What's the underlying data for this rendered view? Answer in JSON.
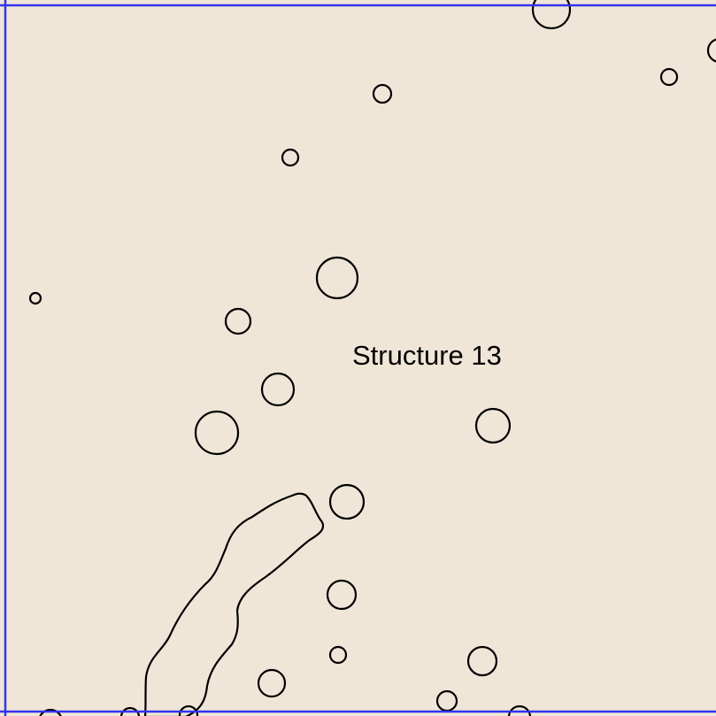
{
  "map": {
    "label": "Structure 13",
    "colors": {
      "background": "#f0e6d8",
      "outline": "#000000",
      "frame": "#3333ee",
      "label": "#000000"
    },
    "features": [
      {
        "kind": "posthole"
      },
      {
        "kind": "posthole"
      },
      {
        "kind": "posthole"
      },
      {
        "kind": "posthole"
      },
      {
        "kind": "posthole"
      },
      {
        "kind": "posthole"
      },
      {
        "kind": "posthole"
      },
      {
        "kind": "posthole"
      },
      {
        "kind": "posthole"
      },
      {
        "kind": "posthole"
      },
      {
        "kind": "posthole"
      },
      {
        "kind": "posthole"
      },
      {
        "kind": "posthole"
      },
      {
        "kind": "posthole"
      },
      {
        "kind": "posthole"
      },
      {
        "kind": "posthole"
      },
      {
        "kind": "posthole"
      },
      {
        "kind": "posthole"
      },
      {
        "kind": "posthole"
      },
      {
        "kind": "posthole"
      },
      {
        "kind": "posthole"
      },
      {
        "kind": "trench"
      }
    ]
  }
}
